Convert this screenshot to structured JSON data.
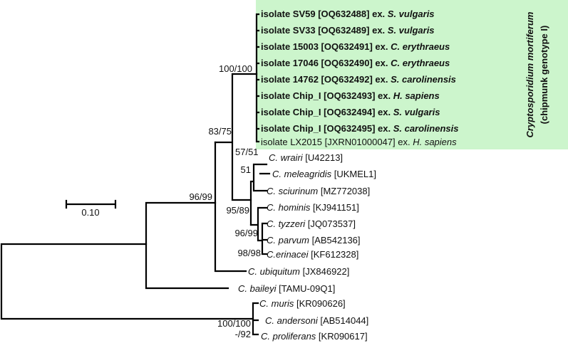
{
  "highlight_color": "#ccf5cc",
  "clade_label": {
    "species": "Cryptosporidium mortiferum",
    "genotype": "(chipmunk genotype I)"
  },
  "scale_bar": {
    "label": "0.10"
  },
  "taxa": [
    {
      "pre": "isolate SV59 [OQ632488] ex. ",
      "italic": "S. vulgaris",
      "post": "",
      "bold": true
    },
    {
      "pre": "isolate SV33  [OQ632489] ex. ",
      "italic": "S. vulgaris",
      "post": "",
      "bold": true
    },
    {
      "pre": "isolate 15003 [OQ632491] ex. ",
      "italic": "C. erythraeus",
      "post": "",
      "bold": true
    },
    {
      "pre": "isolate 17046 [OQ632490] ex. ",
      "italic": "C. erythraeus",
      "post": "",
      "bold": true
    },
    {
      "pre": "isolate 14762 [OQ632492] ex. ",
      "italic": "S. carolinensis",
      "post": "",
      "bold": true
    },
    {
      "pre": "isolate Chip_I [OQ632493] ex. ",
      "italic": "H. sapiens",
      "post": "",
      "bold": true
    },
    {
      "pre": "isolate Chip_I [OQ632494] ex. ",
      "italic": "S. vulgaris",
      "post": "",
      "bold": true
    },
    {
      "pre": "isolate Chip_I [OQ632495] ex. ",
      "italic": "S. carolinensis",
      "post": "",
      "bold": true
    },
    {
      "pre": "isolate LX2015 [JXRN01000047] ex. ",
      "italic": "H. sapiens",
      "post": "",
      "bold": false
    },
    {
      "pre": "",
      "italic": "C. wrairi",
      "post": " [U42213]",
      "bold": false
    },
    {
      "pre": "",
      "italic": "C. meleagridis",
      "post": " [UKMEL1]",
      "bold": false
    },
    {
      "pre": "",
      "italic": "C. sciurinum",
      "post": " [MZ772038]",
      "bold": false
    },
    {
      "pre": "",
      "italic": "C. hominis",
      "post": " [KJ941151]",
      "bold": false
    },
    {
      "pre": "",
      "italic": "C. tyzzeri",
      "post": " [JQ073537]",
      "bold": false
    },
    {
      "pre": "",
      "italic": "C. parvum",
      "post": " [AB542136]",
      "bold": false
    },
    {
      "pre": "",
      "italic": "C.erinacei",
      "post": " [KF612328]",
      "bold": false
    },
    {
      "pre": "",
      "italic": "C. ubiquitum",
      "post": " [JX846922]",
      "bold": false
    },
    {
      "pre": "",
      "italic": "C. baileyi",
      "post": " [TAMU-09Q1]",
      "bold": false
    },
    {
      "pre": "",
      "italic": "C. muris",
      "post": " [KR090626]",
      "bold": false
    },
    {
      "pre": "",
      "italic": "C. andersoni",
      "post": " [AB514044]",
      "bold": false
    },
    {
      "pre": "",
      "italic": "C. proliferans",
      "post": " [KR090617]",
      "bold": false
    }
  ],
  "supports": [
    {
      "id": "mortiferum",
      "text": "100/100"
    },
    {
      "id": "mort-plus-rest",
      "text": "83/75"
    },
    {
      "id": "ingroup",
      "text": "96/99"
    },
    {
      "id": "wrairi-group",
      "text": "57/51"
    },
    {
      "id": "meleagridis-node",
      "text": "51"
    },
    {
      "id": "hominis-group",
      "text": "95/89"
    },
    {
      "id": "parvum-group",
      "text": "96/99"
    },
    {
      "id": "erinacei-node",
      "text": "98/98"
    },
    {
      "id": "muris-group",
      "text": "100/100"
    },
    {
      "id": "andersoni-node",
      "text": "-/92"
    }
  ]
}
